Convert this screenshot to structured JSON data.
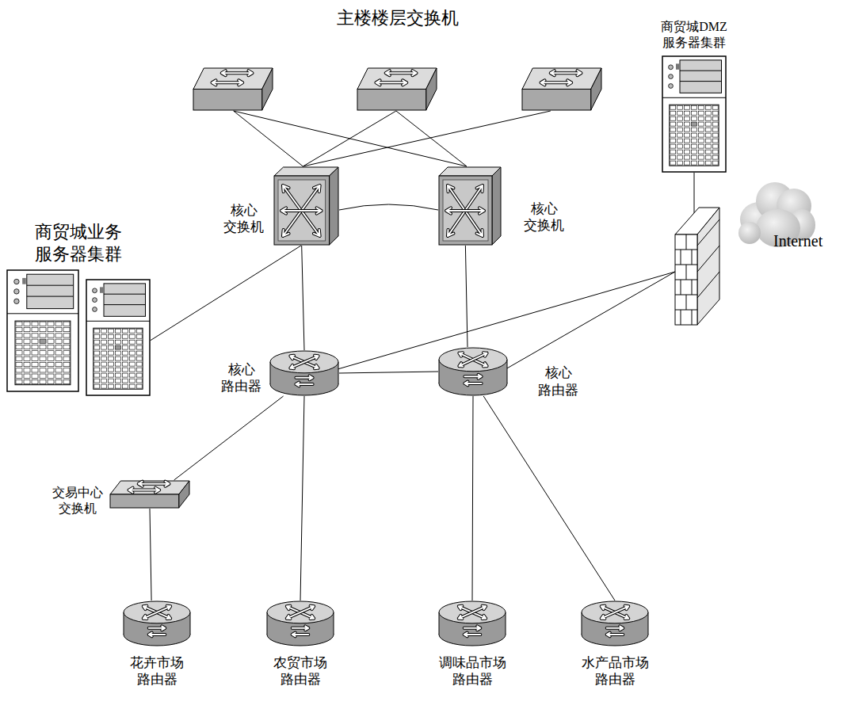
{
  "diagram": {
    "nodes": [
      {
        "text": [
          "主楼楼层交换机"
        ]
      },
      {
        "text": [
          "商贸城DMZ 服务器集群"
        ]
      },
      {
        "text": [
          "核心 交换机"
        ]
      },
      {
        "text": [
          "核心 交换机"
        ]
      },
      {
        "text": [
          "Internet"
        ]
      },
      {
        "text": [
          "商贸城业务 服务器集群"
        ]
      },
      {
        "text": [
          "核心 路由器"
        ]
      },
      {
        "text": [
          "核心 路由器"
        ]
      },
      {
        "text": [
          "交易中心 交换机"
        ]
      },
      {
        "text": [
          "花卉市场 路由器"
        ]
      },
      {
        "text": [
          "农贸市场 路由器"
        ]
      },
      {
        "text": [
          "调味品市场 路由器"
        ]
      },
      {
        "text": [
          "水产品市场 路由器"
        ]
      }
    ],
    "edges": [
      {
        "from": 0,
        "to": 2,
        "arrow": "none"
      },
      {
        "from": 0,
        "to": 3,
        "arrow": "none"
      },
      {
        "from": 2,
        "to": 3,
        "arrow": "none"
      },
      {
        "from": 2,
        "to": 6,
        "arrow": "none"
      },
      {
        "from": 3,
        "to": 7,
        "arrow": "none"
      },
      {
        "from": 5,
        "to": 2,
        "arrow": "none"
      },
      {
        "from": 6,
        "to": 7,
        "arrow": "none"
      },
      {
        "from": 6,
        "to": 8,
        "arrow": "none"
      },
      {
        "from": 6,
        "to": 10,
        "arrow": "none"
      },
      {
        "from": 8,
        "to": 9,
        "arrow": "none"
      },
      {
        "from": 7,
        "to": 11,
        "arrow": "none"
      },
      {
        "from": 7,
        "to": 12,
        "arrow": "none"
      }
    ]
  }
}
